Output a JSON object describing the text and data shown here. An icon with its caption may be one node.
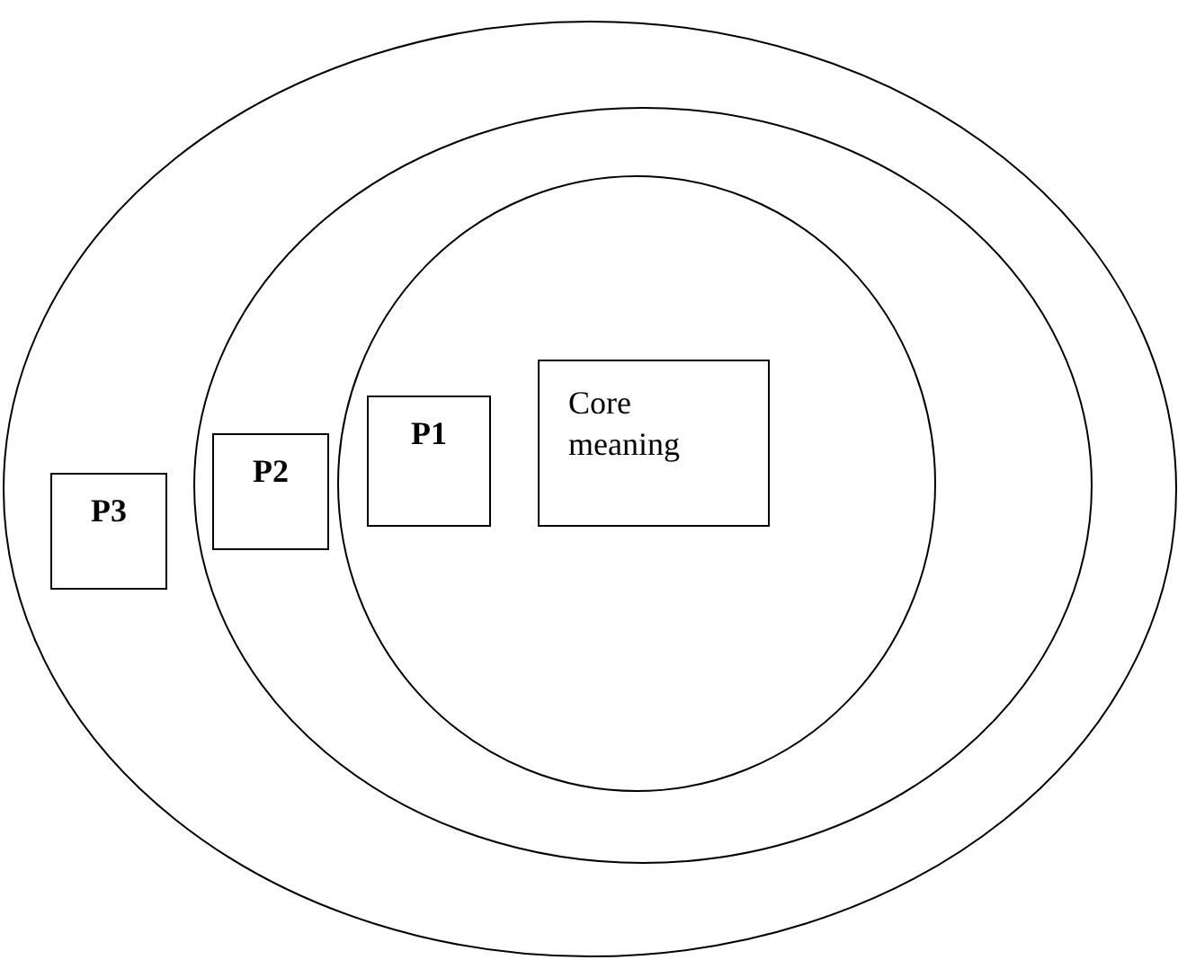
{
  "diagram": {
    "nodes": [
      {
        "text": [],
        "shape": "ellipse"
      },
      {
        "text": [
          "P3"
        ],
        "in": 0
      },
      {
        "text": [],
        "shape": "ellipse",
        "in": 0
      },
      {
        "text": [
          "P2"
        ],
        "in": 2
      },
      {
        "text": [],
        "shape": "ellipse",
        "in": 2
      },
      {
        "text": [
          "P1"
        ],
        "in": 4
      },
      {
        "text": [
          "Core meaning"
        ],
        "in": 4
      }
    ]
  }
}
